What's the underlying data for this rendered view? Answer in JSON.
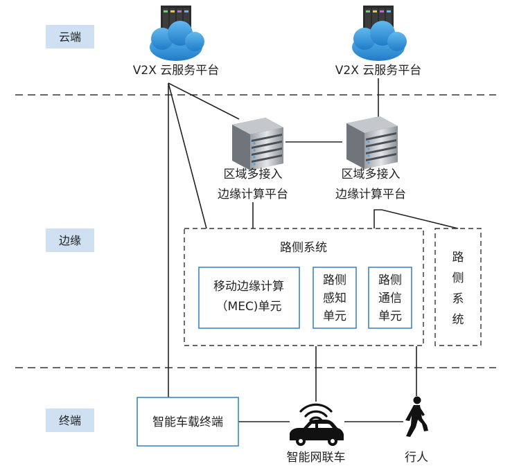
{
  "tiers": {
    "cloud": "云端",
    "edge": "边缘",
    "terminal": "终端"
  },
  "cloud": {
    "left_label": "V2X 云服务平台",
    "right_label": "V2X 云服务平台"
  },
  "edge": {
    "left_server": {
      "line1": "区域多接入",
      "line2": "边缘计算平台"
    },
    "right_server": {
      "line1": "区域多接入",
      "line2": "边缘计算平台"
    },
    "roadside_main": {
      "title": "路侧系统",
      "mec_line1": "移动边缘计算",
      "mec_line2": "（MEC)单元",
      "sensing": [
        "路侧",
        "感知",
        "单元"
      ],
      "comm": [
        "路侧",
        "通信",
        "单元"
      ]
    },
    "roadside_side": [
      "路",
      "侧",
      "系",
      "统"
    ]
  },
  "terminal": {
    "obu_label": "智能车载终端",
    "car_label": "智能网联车",
    "pedestrian_label": "行人"
  },
  "colors": {
    "tier_bg": "#cfe0f3",
    "unit_border": "#3b86c6",
    "cloud_blue": "#2e8fd6"
  }
}
